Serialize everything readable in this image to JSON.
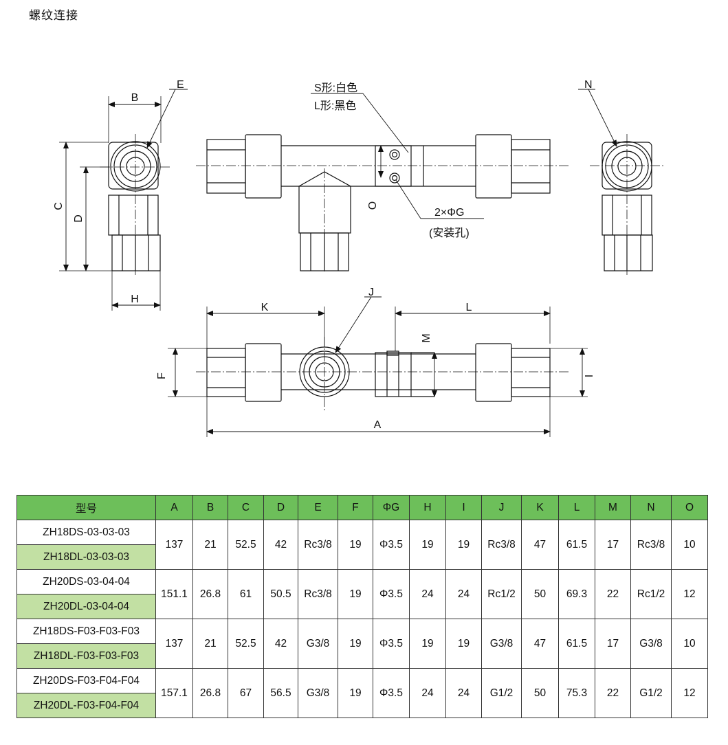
{
  "page_title": "螺纹连接",
  "drawing": {
    "dims": {
      "A": "A",
      "B": "B",
      "C": "C",
      "D": "D",
      "E": "E",
      "F": "F",
      "H": "H",
      "I": "I",
      "J": "J",
      "K": "K",
      "L": "L",
      "M": "M",
      "N": "N",
      "O": "O"
    },
    "note_s": "S形:白色",
    "note_l": "L形:黑色",
    "hole_spec": "2×ΦG",
    "hole_desc": "(安装孔)"
  },
  "table": {
    "headers": [
      "型号",
      "A",
      "B",
      "C",
      "D",
      "E",
      "F",
      "ΦG",
      "H",
      "I",
      "J",
      "K",
      "L",
      "M",
      "N",
      "O"
    ],
    "groups": [
      {
        "models": [
          "ZH18DS-03-03-03",
          "ZH18DL-03-03-03"
        ],
        "values": [
          "137",
          "21",
          "52.5",
          "42",
          "Rc3/8",
          "19",
          "Φ3.5",
          "19",
          "19",
          "Rc3/8",
          "47",
          "61.5",
          "17",
          "Rc3/8",
          "10"
        ]
      },
      {
        "models": [
          "ZH20DS-03-04-04",
          "ZH20DL-03-04-04"
        ],
        "values": [
          "151.1",
          "26.8",
          "61",
          "50.5",
          "Rc3/8",
          "19",
          "Φ3.5",
          "24",
          "24",
          "Rc1/2",
          "50",
          "69.3",
          "22",
          "Rc1/2",
          "12"
        ]
      },
      {
        "models": [
          "ZH18DS-F03-F03-F03",
          "ZH18DL-F03-F03-F03"
        ],
        "values": [
          "137",
          "21",
          "52.5",
          "42",
          "G3/8",
          "19",
          "Φ3.5",
          "19",
          "19",
          "G3/8",
          "47",
          "61.5",
          "17",
          "G3/8",
          "10"
        ]
      },
      {
        "models": [
          "ZH20DS-F03-F04-F04",
          "ZH20DL-F03-F04-F04"
        ],
        "values": [
          "157.1",
          "26.8",
          "67",
          "56.5",
          "G3/8",
          "19",
          "Φ3.5",
          "24",
          "24",
          "G1/2",
          "50",
          "75.3",
          "22",
          "G1/2",
          "12"
        ]
      }
    ]
  }
}
